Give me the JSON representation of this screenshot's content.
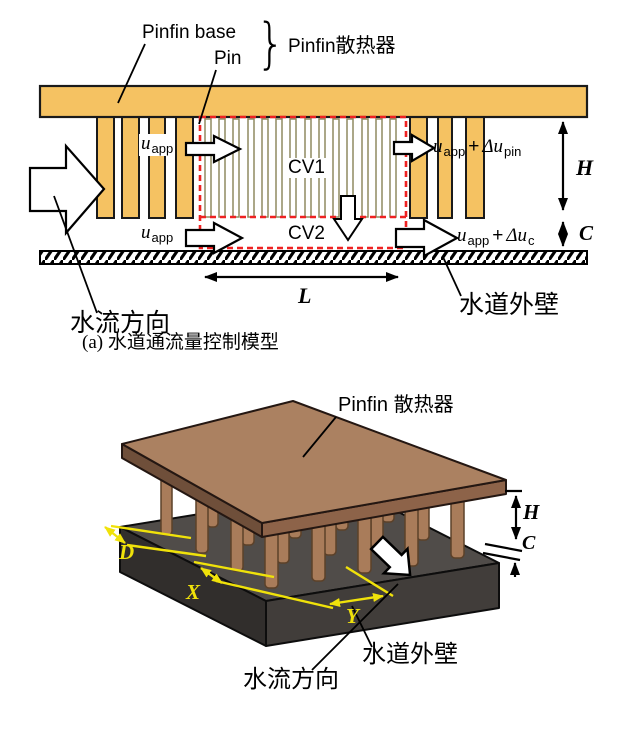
{
  "figure_a": {
    "caption": {
      "prefix": "(a)",
      "text": "水道通流量控制模型"
    },
    "labels": {
      "pinfin_base": "Pinfin base",
      "pin": "Pin",
      "brace": "}",
      "heatsink_latin": "Pinfin",
      "heatsink_cjk": "散热器",
      "cv1": "CV1",
      "cv2": "CV2",
      "flow_direction": "水流方向",
      "outer_wall": "水道外壁",
      "dim_h": "H",
      "dim_c": "C",
      "dim_l": "L"
    },
    "math": {
      "u": "u",
      "sub_app": "app",
      "plus": "+",
      "delta_u": "Δu",
      "sub_pin": "pin",
      "sub_c": "c"
    }
  },
  "figure_b": {
    "labels": {
      "heatsink_latin": "Pinfin",
      "heatsink_cjk": "散热器",
      "flow_direction": "水流方向",
      "outer_wall": "水道外壁",
      "dim_h": "H",
      "dim_c": "C",
      "dim_d": "D",
      "dim_x": "X",
      "dim_y": "Y"
    }
  },
  "colors": {
    "fin_orange": "#f5c262",
    "cv_dash_red": "#ee2222",
    "annotation_yellow": "#f0e20a",
    "plate_brown": "#ab8161",
    "base_gray": "#504c49"
  }
}
